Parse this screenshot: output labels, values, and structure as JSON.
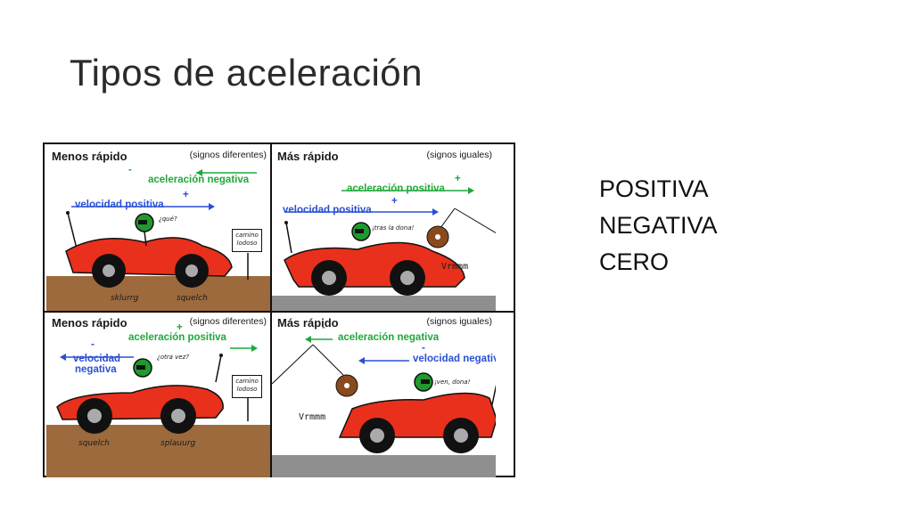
{
  "slide": {
    "title": "Tipos de aceleración"
  },
  "types": [
    "POSITIVA",
    "NEGATIVA",
    "CERO"
  ],
  "panels": [
    {
      "title": "Menos rápido",
      "signs": "(signos diferentes)",
      "acc_sign": "-",
      "acc_label": "aceleración negativa",
      "vel_sign": "+",
      "vel_label": "velocidad positiva",
      "speech": "¿qué?",
      "sign_text": "camino lodoso",
      "sound1": "sklurrg",
      "sound2": "squelch"
    },
    {
      "title": "Más rápido",
      "signs": "(signos iguales)",
      "acc_sign": "+",
      "acc_label": "aceleración positiva",
      "vel_sign": "+",
      "vel_label": "velocidad positiva",
      "speech": "¡tras la dona!",
      "sound1": "Vrmmm"
    },
    {
      "title": "Menos rápido",
      "signs": "(signos diferentes)",
      "acc_sign": "+",
      "acc_label": "aceleración positiva",
      "vel_sign": "-",
      "vel_label_1": "velocidad",
      "vel_label_2": "negativa",
      "speech": "¿otra vez?",
      "sign_text": "camino lodoso",
      "sound1": "squelch",
      "sound2": "splauurg"
    },
    {
      "title": "Más rápido",
      "signs": "(signos iguales)",
      "acc_sign": "-",
      "acc_label": "aceleración negativa",
      "vel_sign": "-",
      "vel_label": "velocidad negativa",
      "speech": "¡ven, dona!",
      "sound1": "Vrmmm"
    }
  ],
  "colors": {
    "acceleration": "#1fa83a",
    "velocity": "#2a4fd6",
    "car": "#e8301c",
    "mud": "#9c6a3c",
    "road": "#8f8f8f",
    "helmet": "#1f9a2e",
    "donut": "#8a4a1e"
  }
}
